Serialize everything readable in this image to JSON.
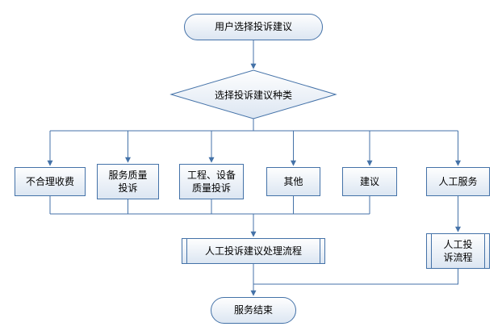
{
  "colors": {
    "shape_border": "#4472a8",
    "shape_fill_top": "#fefefe",
    "shape_fill_bottom": "#dce6f2",
    "connector_line": "#4472a8",
    "text": "#000000",
    "background": "#ffffff"
  },
  "diagram": {
    "start": "用户选择投诉建议",
    "decision": "选择投诉建议种类",
    "categories": [
      {
        "label": "不合理收费"
      },
      {
        "label": "服务质量\n投诉"
      },
      {
        "label": "工程、设备\n质量投诉"
      },
      {
        "label": "其他"
      },
      {
        "label": "建议"
      },
      {
        "label": "人工服务"
      }
    ],
    "main_process": "人工投诉建议处理流程",
    "manual_process": "人工投\n诉流程",
    "end": "服务结束"
  }
}
